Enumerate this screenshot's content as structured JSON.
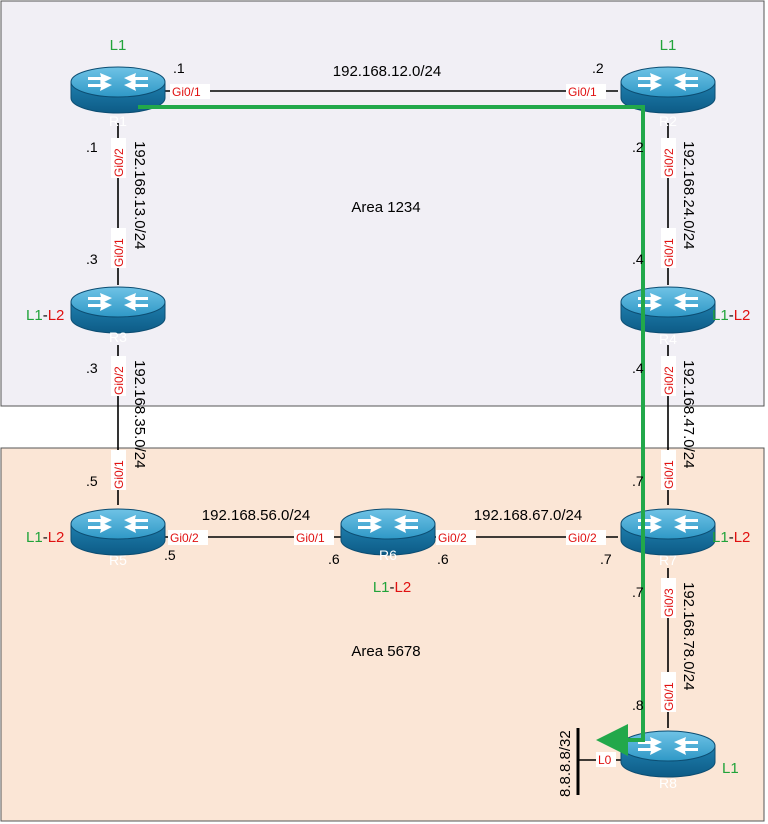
{
  "areas": {
    "top": {
      "label": "Area 1234",
      "fill": "#f1eff5"
    },
    "bottom": {
      "label": "Area 5678",
      "fill": "#fbe6d6"
    }
  },
  "colors": {
    "level1": "#21a33a",
    "level2": "#e01010",
    "interface": "#e01010",
    "path": "#22a84a",
    "router_body": "#2a8fbd"
  },
  "routers": {
    "r1": {
      "name": "R1",
      "level_green": "L1",
      "level_red": ""
    },
    "r2": {
      "name": "R2",
      "level_green": "L1",
      "level_red": ""
    },
    "r3": {
      "name": "R3",
      "level_green": "L1",
      "level_red": "L2"
    },
    "r4": {
      "name": "R4",
      "level_green": "L1",
      "level_red": "L2"
    },
    "r5": {
      "name": "R5",
      "level_green": "L1",
      "level_red": "L2"
    },
    "r6": {
      "name": "R6",
      "level_green": "L1",
      "level_red": "L2"
    },
    "r7": {
      "name": "R7",
      "level_green": "L1",
      "level_red": "L2"
    },
    "r8": {
      "name": "R8",
      "level_green": "L1",
      "level_red": ""
    }
  },
  "links": {
    "r1_r2": {
      "subnet": "192.168.12.0/24",
      "if_a": "Gi0/1",
      "if_b": "Gi0/1",
      "host_a": ".1",
      "host_b": ".2"
    },
    "r1_r3": {
      "subnet": "192.168.13.0/24",
      "if_a": "Gi0/2",
      "if_b": "Gi0/1",
      "host_a": ".1",
      "host_b": ".3"
    },
    "r2_r4": {
      "subnet": "192.168.24.0/24",
      "if_a": "Gi0/2",
      "if_b": "Gi0/1",
      "host_a": ".2",
      "host_b": ".4"
    },
    "r3_r5": {
      "subnet": "192.168.35.0/24",
      "if_a": "Gi0/2",
      "if_b": "Gi0/1",
      "host_a": ".3",
      "host_b": ".5"
    },
    "r4_r7": {
      "subnet": "192.168.47.0/24",
      "if_a": "Gi0/2",
      "if_b": "Gi0/1",
      "host_a": ".4",
      "host_b": ".7"
    },
    "r5_r6": {
      "subnet": "192.168.56.0/24",
      "if_a": "Gi0/2",
      "if_b": "Gi0/1",
      "host_a": ".5",
      "host_b": ".6"
    },
    "r6_r7": {
      "subnet": "192.168.67.0/24",
      "if_a": "Gi0/2",
      "if_b": "Gi0/2",
      "host_a": ".6",
      "host_b": ".7"
    },
    "r7_r8": {
      "subnet": "192.168.78.0/24",
      "if_a": "Gi0/3",
      "if_b": "Gi0/1",
      "host_a": ".7",
      "host_b": ".8"
    }
  },
  "loopback": {
    "prefix": "8.8.8.8/32",
    "interface": "L0"
  }
}
